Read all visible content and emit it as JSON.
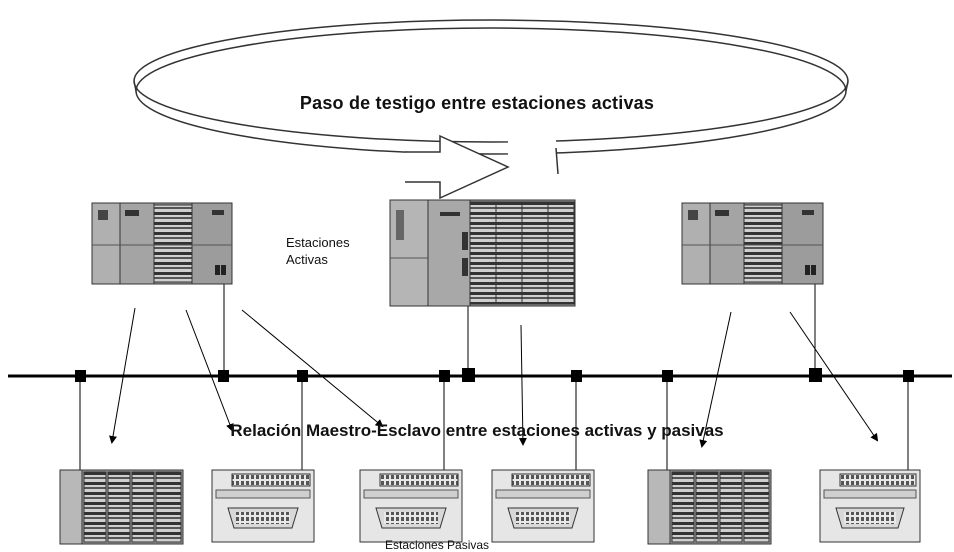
{
  "labels": {
    "token_passing": "Paso de testigo entre estaciones activas",
    "active_stations": "Estaciones\nActivas",
    "master_slave": "Relación Maestro-Esclavo entre estaciones activas y pasivas",
    "passive_stations": "Estaciones Pasivas"
  },
  "colors": {
    "module_fill": "#9a9a9a",
    "module_light": "#c8c8c8",
    "bus_line": "#000000",
    "connector": "#000000"
  },
  "nodes": {
    "active": [
      "active-plc-left",
      "active-plc-center",
      "active-plc-right"
    ],
    "passive": [
      "passive-io-rack-1",
      "passive-terminal-1",
      "passive-terminal-2",
      "passive-terminal-3",
      "passive-io-rack-2",
      "passive-terminal-4"
    ]
  }
}
